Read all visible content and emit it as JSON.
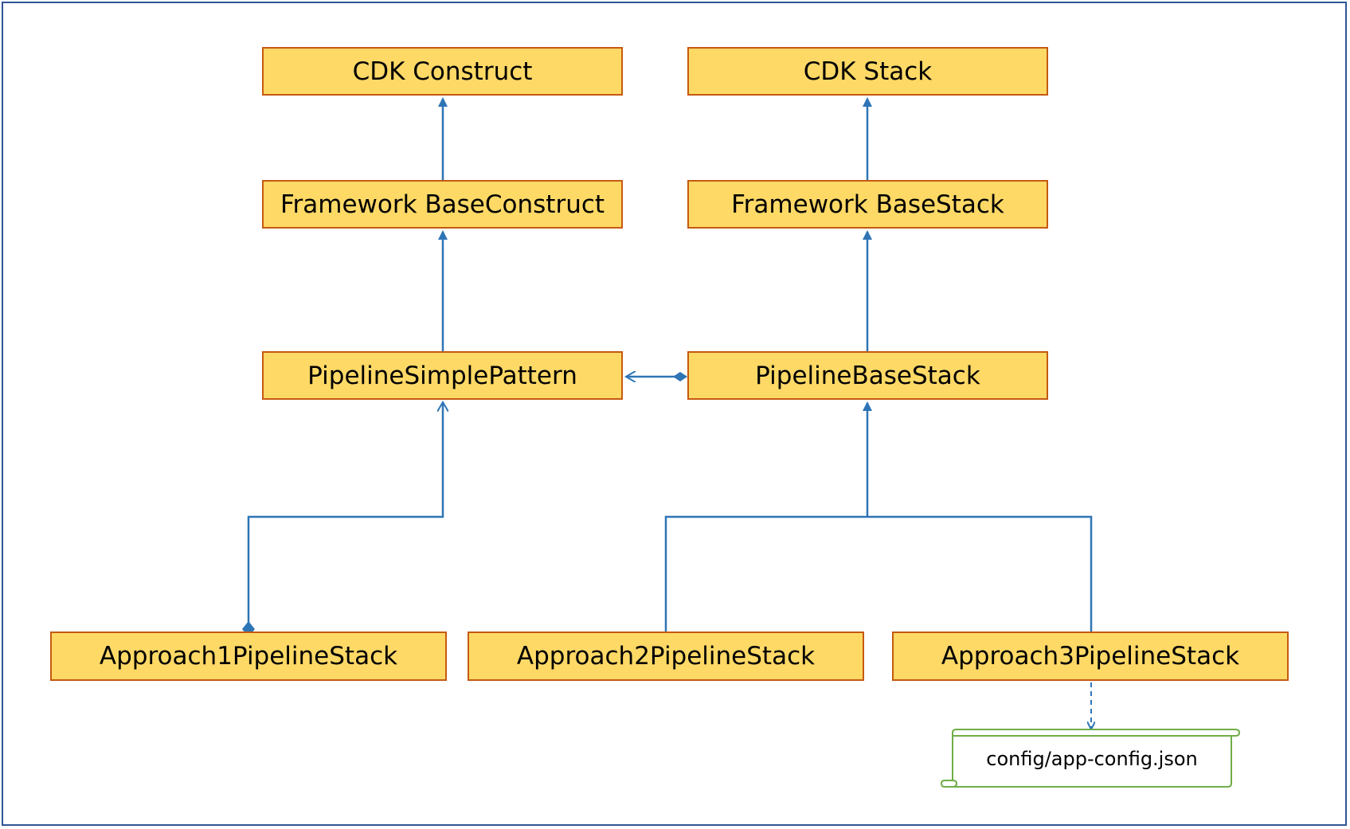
{
  "colors": {
    "node_fill": "#ffd966",
    "node_border": "#c55a11",
    "edge": "#2e75b6",
    "note_border": "#70ad47",
    "frame": "#2f5597"
  },
  "nodes": {
    "cdk_construct": "CDK Construct",
    "cdk_stack": "CDK Stack",
    "framework_base_construct": "Framework BaseConstruct",
    "framework_base_stack": "Framework BaseStack",
    "pipeline_simple_pattern": "PipelineSimplePattern",
    "pipeline_base_stack": "PipelineBaseStack",
    "approach1": "Approach1PipelineStack",
    "approach2": "Approach2PipelineStack",
    "approach3": "Approach3PipelineStack"
  },
  "note": {
    "label": "config/app-config.json"
  },
  "edges": [
    {
      "from": "framework_base_construct",
      "to": "cdk_construct",
      "type": "inheritance"
    },
    {
      "from": "pipeline_simple_pattern",
      "to": "framework_base_construct",
      "type": "inheritance"
    },
    {
      "from": "framework_base_stack",
      "to": "cdk_stack",
      "type": "inheritance"
    },
    {
      "from": "pipeline_base_stack",
      "to": "framework_base_stack",
      "type": "inheritance"
    },
    {
      "from": "pipeline_base_stack",
      "to": "pipeline_simple_pattern",
      "type": "composition"
    },
    {
      "from": "approach1",
      "to": "pipeline_simple_pattern",
      "type": "composition"
    },
    {
      "from": "approach2",
      "to": "pipeline_base_stack",
      "type": "inheritance"
    },
    {
      "from": "approach3",
      "to": "pipeline_base_stack",
      "type": "inheritance"
    },
    {
      "from": "approach3",
      "to": "note",
      "type": "dependency"
    }
  ]
}
